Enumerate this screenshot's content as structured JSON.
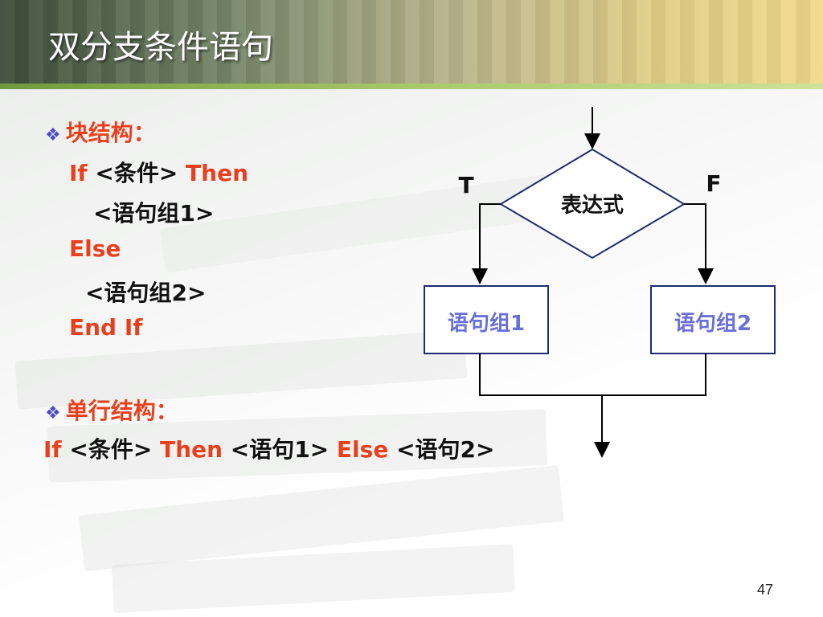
{
  "slide": {
    "title": "双分支条件语句",
    "page_number": "47"
  },
  "block_section": {
    "heading": "块结构：",
    "lines": [
      {
        "if_kw": "If",
        "cond": "<条件>",
        "then_kw": "Then"
      },
      {
        "stmt": "<语句组1>"
      },
      {
        "else_kw": "Else"
      },
      {
        "stmt": "<语句组2>"
      },
      {
        "endif_kw": "End If"
      }
    ]
  },
  "single_line_section": {
    "heading": "单行结构：",
    "if_kw": "If",
    "cond": "<条件>",
    "then_kw": "Then",
    "stmt1": "<语句1>",
    "else_kw": "Else",
    "stmt2": "<语句2>"
  },
  "flowchart": {
    "decision_label": "表达式",
    "true_label": "T",
    "false_label": "F",
    "box1_label": "语句组1",
    "box2_label": "语句组2"
  },
  "colors": {
    "keyword": "#e8401c",
    "box_text": "#6b6fd8",
    "box_border": "#1f2c6e",
    "bullet": "#4b4ec4"
  },
  "icons": {
    "bullet": "diamond-bullet-icon"
  }
}
